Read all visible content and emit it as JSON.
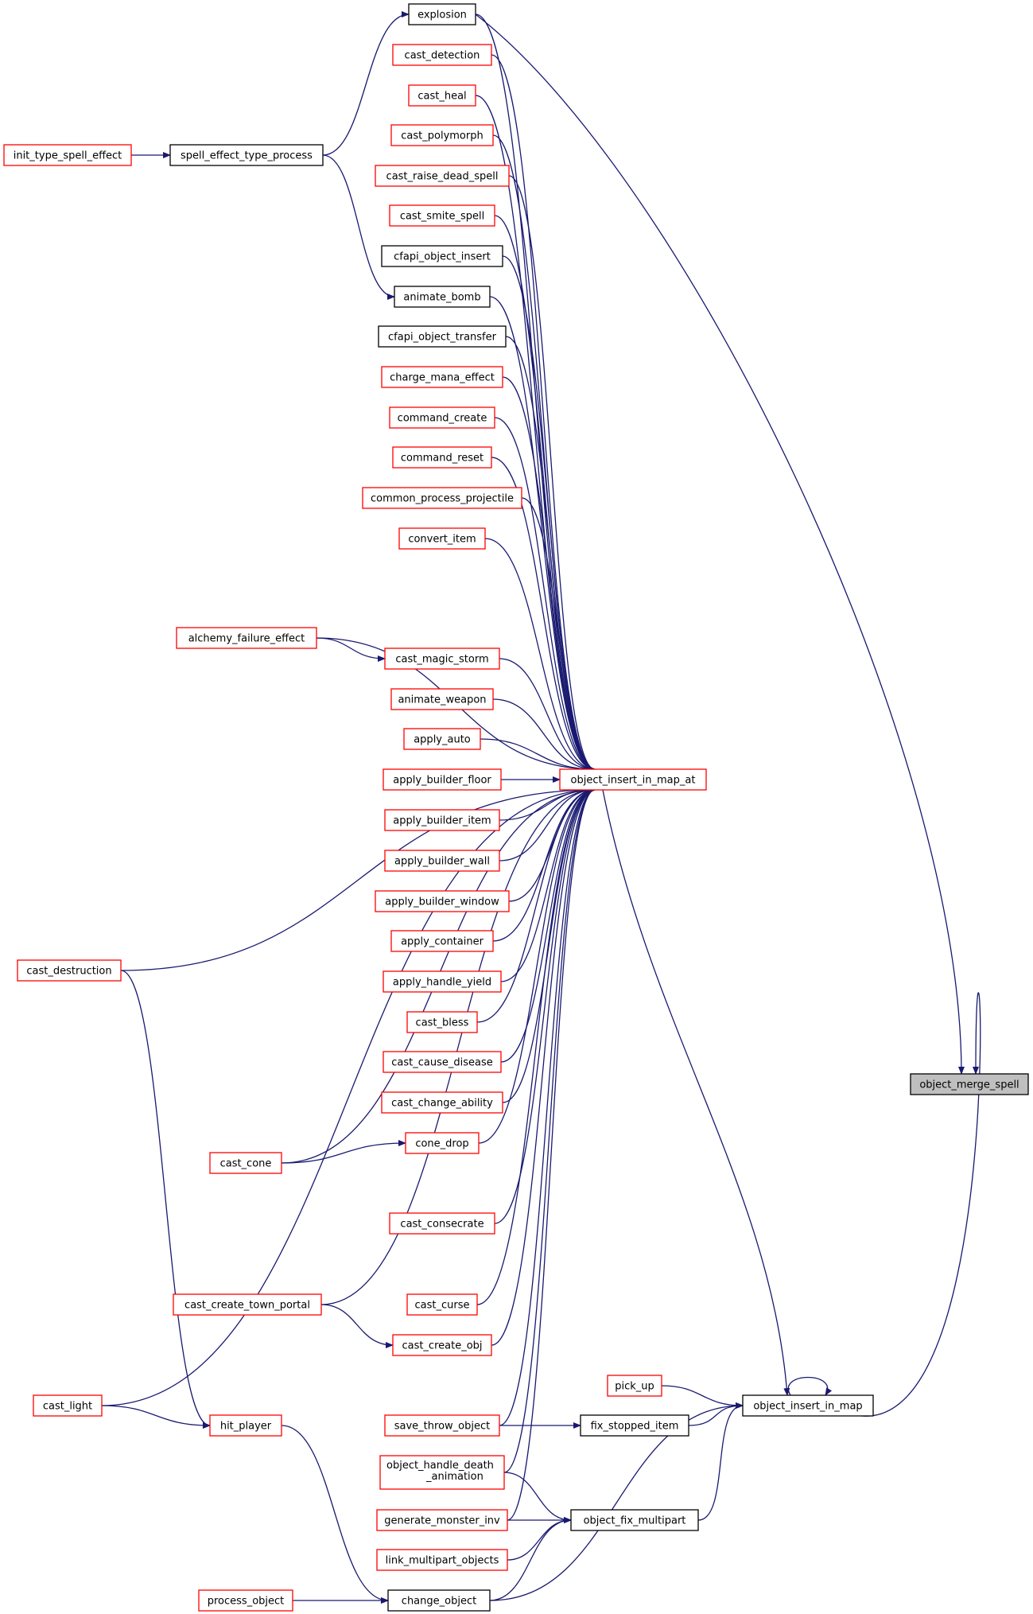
{
  "colors": {
    "edge": "#191970",
    "border_incomplete": "#ff0000",
    "border_complete": "#000000",
    "root_fill": "#bfbfbf",
    "node_fill": "#ffffff"
  },
  "nodes": [
    {
      "id": "object_merge_spell",
      "label": "object_merge_spell",
      "border": "complete",
      "root": true
    },
    {
      "id": "explosion",
      "label": "explosion",
      "border": "complete"
    },
    {
      "id": "cast_detection",
      "label": "cast_detection",
      "border": "incomplete"
    },
    {
      "id": "cast_heal",
      "label": "cast_heal",
      "border": "incomplete"
    },
    {
      "id": "cast_polymorph",
      "label": "cast_polymorph",
      "border": "incomplete"
    },
    {
      "id": "cast_raise_dead_spell",
      "label": "cast_raise_dead_spell",
      "border": "incomplete"
    },
    {
      "id": "cast_smite_spell",
      "label": "cast_smite_spell",
      "border": "incomplete"
    },
    {
      "id": "cfapi_object_insert",
      "label": "cfapi_object_insert",
      "border": "complete"
    },
    {
      "id": "animate_bomb",
      "label": "animate_bomb",
      "border": "complete"
    },
    {
      "id": "cfapi_object_transfer",
      "label": "cfapi_object_transfer",
      "border": "complete"
    },
    {
      "id": "charge_mana_effect",
      "label": "charge_mana_effect",
      "border": "incomplete"
    },
    {
      "id": "command_create",
      "label": "command_create",
      "border": "incomplete"
    },
    {
      "id": "command_reset",
      "label": "command_reset",
      "border": "incomplete"
    },
    {
      "id": "common_process_projectile",
      "label": "common_process_projectile",
      "border": "incomplete"
    },
    {
      "id": "convert_item",
      "label": "convert_item",
      "border": "incomplete"
    },
    {
      "id": "cast_magic_storm",
      "label": "cast_magic_storm",
      "border": "incomplete"
    },
    {
      "id": "animate_weapon",
      "label": "animate_weapon",
      "border": "incomplete"
    },
    {
      "id": "apply_auto",
      "label": "apply_auto",
      "border": "incomplete"
    },
    {
      "id": "apply_builder_floor",
      "label": "apply_builder_floor",
      "border": "incomplete"
    },
    {
      "id": "apply_builder_item",
      "label": "apply_builder_item",
      "border": "incomplete"
    },
    {
      "id": "apply_builder_wall",
      "label": "apply_builder_wall",
      "border": "incomplete"
    },
    {
      "id": "apply_builder_window",
      "label": "apply_builder_window",
      "border": "incomplete"
    },
    {
      "id": "apply_container",
      "label": "apply_container",
      "border": "incomplete"
    },
    {
      "id": "apply_handle_yield",
      "label": "apply_handle_yield",
      "border": "incomplete"
    },
    {
      "id": "cast_bless",
      "label": "cast_bless",
      "border": "incomplete"
    },
    {
      "id": "cast_cause_disease",
      "label": "cast_cause_disease",
      "border": "incomplete"
    },
    {
      "id": "cast_change_ability",
      "label": "cast_change_ability",
      "border": "incomplete"
    },
    {
      "id": "cone_drop",
      "label": "cone_drop",
      "border": "incomplete"
    },
    {
      "id": "cast_consecrate",
      "label": "cast_consecrate",
      "border": "incomplete"
    },
    {
      "id": "cast_curse",
      "label": "cast_curse",
      "border": "incomplete"
    },
    {
      "id": "cast_create_obj",
      "label": "cast_create_obj",
      "border": "incomplete"
    },
    {
      "id": "save_throw_object",
      "label": "save_throw_object",
      "border": "incomplete"
    },
    {
      "id": "object_handle_death_animation",
      "label": "object_handle_death\n_animation",
      "border": "incomplete"
    },
    {
      "id": "generate_monster_inv",
      "label": "generate_monster_inv",
      "border": "incomplete"
    },
    {
      "id": "link_multipart_objects",
      "label": "link_multipart_objects",
      "border": "incomplete"
    },
    {
      "id": "change_object",
      "label": "change_object",
      "border": "complete"
    },
    {
      "id": "object_insert_in_map_at",
      "label": "object_insert_in_map_at",
      "border": "incomplete"
    },
    {
      "id": "object_insert_in_map",
      "label": "object_insert_in_map",
      "border": "complete"
    },
    {
      "id": "pick_up",
      "label": "pick_up",
      "border": "incomplete"
    },
    {
      "id": "fix_stopped_item",
      "label": "fix_stopped_item",
      "border": "complete"
    },
    {
      "id": "object_fix_multipart",
      "label": "object_fix_multipart",
      "border": "complete"
    },
    {
      "id": "init_type_spell_effect",
      "label": "init_type_spell_effect",
      "border": "incomplete"
    },
    {
      "id": "spell_effect_type_process",
      "label": "spell_effect_type_process",
      "border": "complete"
    },
    {
      "id": "alchemy_failure_effect",
      "label": "alchemy_failure_effect",
      "border": "incomplete"
    },
    {
      "id": "cast_destruction",
      "label": "cast_destruction",
      "border": "incomplete"
    },
    {
      "id": "cast_cone",
      "label": "cast_cone",
      "border": "incomplete"
    },
    {
      "id": "cast_create_town_portal",
      "label": "cast_create_town_portal",
      "border": "incomplete"
    },
    {
      "id": "cast_light",
      "label": "cast_light",
      "border": "incomplete"
    },
    {
      "id": "hit_player",
      "label": "hit_player",
      "border": "incomplete"
    },
    {
      "id": "process_object",
      "label": "process_object",
      "border": "incomplete"
    }
  ],
  "edges": [
    {
      "from": "explosion",
      "to": "object_merge_spell"
    },
    {
      "from": "object_insert_in_map",
      "to": "object_merge_spell"
    },
    {
      "from": "explosion",
      "to": "object_insert_in_map_at"
    },
    {
      "from": "cast_detection",
      "to": "object_insert_in_map_at"
    },
    {
      "from": "cast_heal",
      "to": "object_insert_in_map_at"
    },
    {
      "from": "cast_polymorph",
      "to": "object_insert_in_map_at"
    },
    {
      "from": "cast_raise_dead_spell",
      "to": "object_insert_in_map_at"
    },
    {
      "from": "cast_smite_spell",
      "to": "object_insert_in_map_at"
    },
    {
      "from": "cfapi_object_insert",
      "to": "object_insert_in_map_at"
    },
    {
      "from": "animate_bomb",
      "to": "object_insert_in_map_at"
    },
    {
      "from": "cfapi_object_transfer",
      "to": "object_insert_in_map_at"
    },
    {
      "from": "charge_mana_effect",
      "to": "object_insert_in_map_at"
    },
    {
      "from": "command_create",
      "to": "object_insert_in_map_at"
    },
    {
      "from": "command_reset",
      "to": "object_insert_in_map_at"
    },
    {
      "from": "common_process_projectile",
      "to": "object_insert_in_map_at"
    },
    {
      "from": "convert_item",
      "to": "object_insert_in_map_at"
    },
    {
      "from": "alchemy_failure_effect",
      "to": "object_insert_in_map_at"
    },
    {
      "from": "cast_destruction",
      "to": "object_insert_in_map_at"
    },
    {
      "from": "cast_magic_storm",
      "to": "object_insert_in_map_at"
    },
    {
      "from": "animate_weapon",
      "to": "object_insert_in_map_at"
    },
    {
      "from": "apply_auto",
      "to": "object_insert_in_map_at"
    },
    {
      "from": "apply_builder_floor",
      "to": "object_insert_in_map_at"
    },
    {
      "from": "apply_builder_item",
      "to": "object_insert_in_map_at"
    },
    {
      "from": "apply_builder_wall",
      "to": "object_insert_in_map_at"
    },
    {
      "from": "apply_builder_window",
      "to": "object_insert_in_map_at"
    },
    {
      "from": "apply_container",
      "to": "object_insert_in_map_at"
    },
    {
      "from": "apply_handle_yield",
      "to": "object_insert_in_map_at"
    },
    {
      "from": "cast_bless",
      "to": "object_insert_in_map_at"
    },
    {
      "from": "cast_cause_disease",
      "to": "object_insert_in_map_at"
    },
    {
      "from": "cast_change_ability",
      "to": "object_insert_in_map_at"
    },
    {
      "from": "cone_drop",
      "to": "object_insert_in_map_at"
    },
    {
      "from": "cast_cone",
      "to": "object_insert_in_map_at"
    },
    {
      "from": "cast_consecrate",
      "to": "object_insert_in_map_at"
    },
    {
      "from": "cast_create_town_portal",
      "to": "object_insert_in_map_at"
    },
    {
      "from": "cast_curse",
      "to": "object_insert_in_map_at"
    },
    {
      "from": "cast_create_obj",
      "to": "object_insert_in_map_at"
    },
    {
      "from": "cast_light",
      "to": "object_insert_in_map_at"
    },
    {
      "from": "save_throw_object",
      "to": "object_insert_in_map_at"
    },
    {
      "from": "object_handle_death_animation",
      "to": "object_insert_in_map_at"
    },
    {
      "from": "generate_monster_inv",
      "to": "object_insert_in_map_at"
    },
    {
      "from": "object_insert_in_map_at",
      "to": "object_insert_in_map"
    },
    {
      "from": "object_insert_in_map",
      "to": "object_insert_in_map"
    },
    {
      "from": "pick_up",
      "to": "object_insert_in_map"
    },
    {
      "from": "fix_stopped_item",
      "to": "object_insert_in_map"
    },
    {
      "from": "object_fix_multipart",
      "to": "object_insert_in_map"
    },
    {
      "from": "change_object",
      "to": "object_insert_in_map"
    },
    {
      "from": "init_type_spell_effect",
      "to": "spell_effect_type_process"
    },
    {
      "from": "spell_effect_type_process",
      "to": "explosion"
    },
    {
      "from": "spell_effect_type_process",
      "to": "animate_bomb"
    },
    {
      "from": "alchemy_failure_effect",
      "to": "cast_magic_storm"
    },
    {
      "from": "cast_cone",
      "to": "cone_drop"
    },
    {
      "from": "cast_create_town_portal",
      "to": "cast_create_obj"
    },
    {
      "from": "save_throw_object",
      "to": "fix_stopped_item"
    },
    {
      "from": "object_handle_death_animation",
      "to": "object_fix_multipart"
    },
    {
      "from": "generate_monster_inv",
      "to": "object_fix_multipart"
    },
    {
      "from": "link_multipart_objects",
      "to": "object_fix_multipart"
    },
    {
      "from": "change_object",
      "to": "object_fix_multipart"
    },
    {
      "from": "cast_light",
      "to": "hit_player"
    },
    {
      "from": "cast_destruction",
      "to": "hit_player"
    },
    {
      "from": "hit_player",
      "to": "change_object"
    },
    {
      "from": "process_object",
      "to": "change_object"
    }
  ]
}
